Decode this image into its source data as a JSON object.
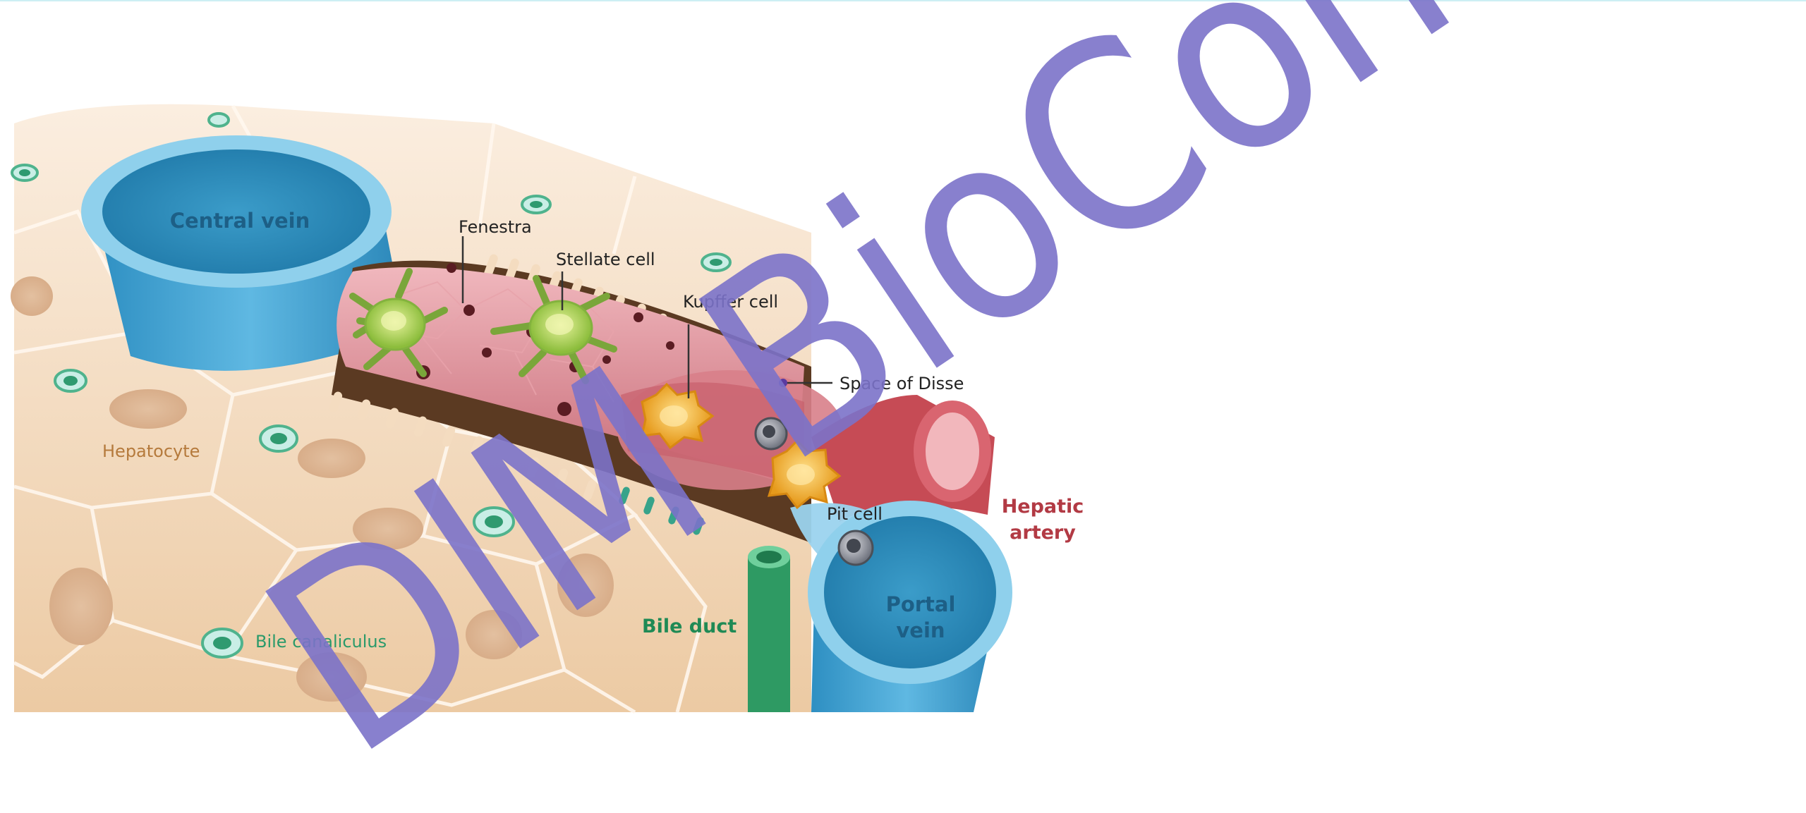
{
  "labels": {
    "central_vein": "Central vein",
    "fenestra": "Fenestra",
    "stellate_cell": "Stellate cell",
    "kupffer_cell": "Kupffer cell",
    "space_of_disse": "Space of Disse",
    "hepatocyte": "Hepatocyte",
    "hepatic_artery_line1": "Hepatic",
    "hepatic_artery_line2": "artery",
    "pit_cell": "Pit cell",
    "portal_vein_line1": "Portal",
    "portal_vein_line2": "vein",
    "bile_duct": "Bile duct",
    "bile_canaliculus": "Bile canaliculus"
  },
  "watermark": "DIM BioConvS",
  "colors": {
    "vein_blue": "#3fa2d0",
    "vein_light": "#8fd0ec",
    "sinusoid_pink": "#e3909a",
    "artery_red": "#c64b55",
    "hepatocyte": "#f2d7b8",
    "bile_green": "#2e9a63",
    "stellate_green": "#9cc94a",
    "kupffer_orange": "#f2a823",
    "watermark": "#7b72c9"
  }
}
